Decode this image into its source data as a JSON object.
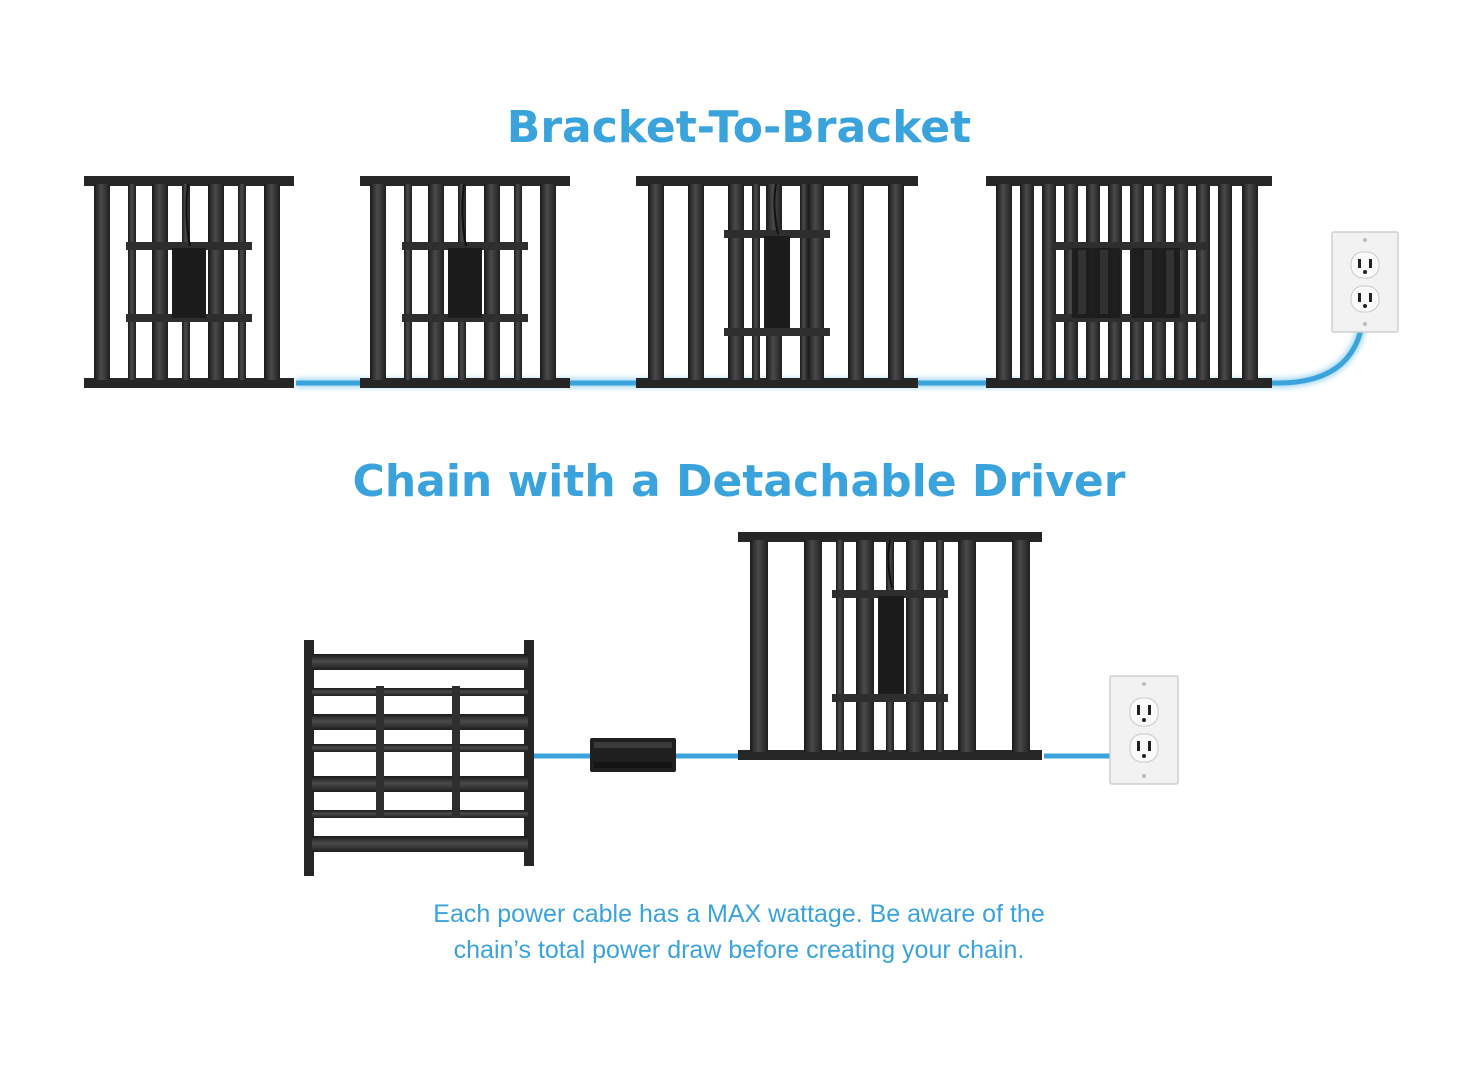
{
  "diagram": {
    "section_top_title": "Bracket-To-Bracket",
    "section_bottom_title": "Chain with a Detachable Driver",
    "caption_line_1": "Each power cable has a MAX wattage. Be aware of the",
    "caption_line_2": "chain’s total power draw before creating your chain."
  },
  "colors": {
    "accent": "#3aa3db",
    "cable": "#3aa3db",
    "fixture": "#2b2b2b",
    "bar": "#3a3a3a",
    "outlet_plate": "#f2f2f2"
  },
  "icons": {
    "fixture": "led-grow-light-fixture-icon",
    "driver": "power-driver-box-icon",
    "outlet": "wall-outlet-icon"
  }
}
